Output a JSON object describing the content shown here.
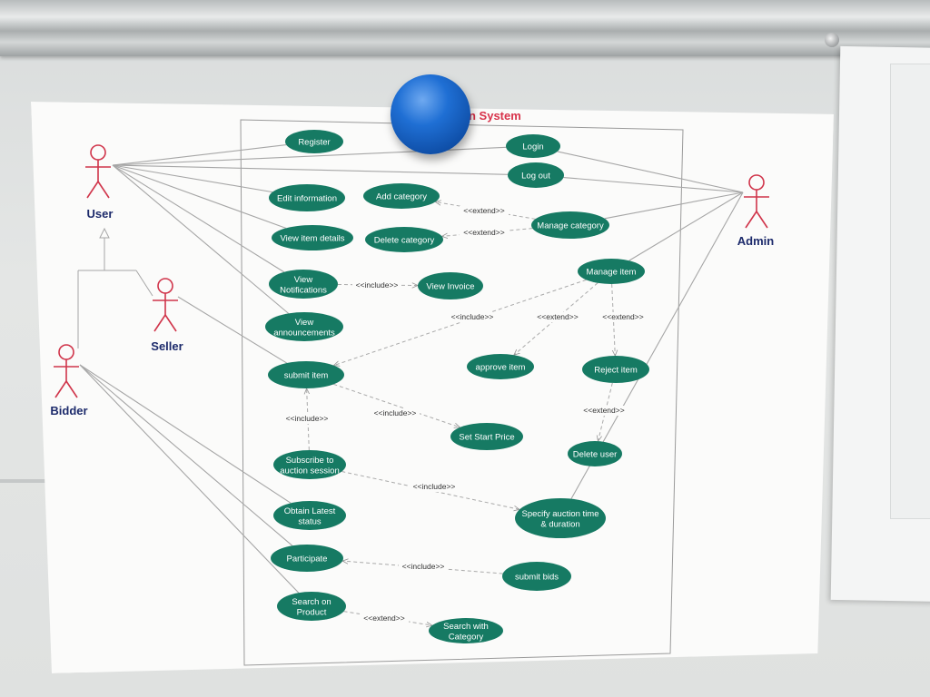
{
  "diagram": {
    "title_fragment": "n System",
    "actors": [
      {
        "id": "user",
        "label": "User"
      },
      {
        "id": "admin",
        "label": "Admin"
      },
      {
        "id": "seller",
        "label": "Seller"
      },
      {
        "id": "bidder",
        "label": "Bidder"
      }
    ],
    "use_cases": [
      {
        "id": "register",
        "lines": [
          "Register"
        ]
      },
      {
        "id": "login",
        "lines": [
          "Login"
        ]
      },
      {
        "id": "logout",
        "lines": [
          "Log out"
        ]
      },
      {
        "id": "edit_info",
        "lines": [
          "Edit information"
        ]
      },
      {
        "id": "add_category",
        "lines": [
          "Add category"
        ]
      },
      {
        "id": "manage_category",
        "lines": [
          "Manage category"
        ]
      },
      {
        "id": "view_item_details",
        "lines": [
          "View item details"
        ]
      },
      {
        "id": "delete_category",
        "lines": [
          "Delete category"
        ]
      },
      {
        "id": "view_notifications",
        "lines": [
          "View",
          "Notifications"
        ]
      },
      {
        "id": "view_invoice",
        "lines": [
          "View Invoice"
        ]
      },
      {
        "id": "manage_item",
        "lines": [
          "Manage item"
        ]
      },
      {
        "id": "view_announcements",
        "lines": [
          "View",
          "announcements"
        ]
      },
      {
        "id": "submit_item",
        "lines": [
          "submit item"
        ]
      },
      {
        "id": "approve_item",
        "lines": [
          "approve item"
        ]
      },
      {
        "id": "reject_item",
        "lines": [
          "Reject item"
        ]
      },
      {
        "id": "set_start_price",
        "lines": [
          "Set Start Price"
        ]
      },
      {
        "id": "delete_user",
        "lines": [
          "Delete user"
        ]
      },
      {
        "id": "subscribe",
        "lines": [
          "Subscribe to",
          "auction session"
        ]
      },
      {
        "id": "obtain_status",
        "lines": [
          "Obtain Latest",
          "status"
        ]
      },
      {
        "id": "specify_auction",
        "lines": [
          "Specify auction time",
          "& duration"
        ]
      },
      {
        "id": "participate",
        "lines": [
          "Participate"
        ]
      },
      {
        "id": "submit_bids",
        "lines": [
          "submit bids"
        ]
      },
      {
        "id": "search_product",
        "lines": [
          "Search on",
          "Product"
        ]
      },
      {
        "id": "search_category",
        "lines": [
          "Search with",
          "Category"
        ]
      }
    ],
    "relations": [
      {
        "from": "manage_category",
        "to": "add_category",
        "label": "<<extend>>"
      },
      {
        "from": "manage_category",
        "to": "delete_category",
        "label": "<<extend>>"
      },
      {
        "from": "view_notifications",
        "to": "view_invoice",
        "label": "<<include>>"
      },
      {
        "from": "manage_item",
        "to": "submit_item",
        "label": "<<include>>"
      },
      {
        "from": "manage_item",
        "to": "approve_item",
        "label": "<<extend>>"
      },
      {
        "from": "manage_item",
        "to": "reject_item",
        "label": "<<extend>>"
      },
      {
        "from": "reject_item",
        "to": "delete_user",
        "label": "<<extend>>"
      },
      {
        "from": "submit_item",
        "to": "set_start_price",
        "label": "<<include>>"
      },
      {
        "from": "subscribe",
        "to": "submit_item",
        "label": "<<include>>"
      },
      {
        "from": "subscribe",
        "to": "specify_auction",
        "label": "<<include>>"
      },
      {
        "from": "submit_bids",
        "to": "participate",
        "label": "<<include>>"
      },
      {
        "from": "search_product",
        "to": "search_category",
        "label": "<<extend>>"
      }
    ],
    "associations": [
      {
        "actor": "user",
        "use_case": "register"
      },
      {
        "actor": "user",
        "use_case": "login"
      },
      {
        "actor": "user",
        "use_case": "logout"
      },
      {
        "actor": "user",
        "use_case": "edit_info"
      },
      {
        "actor": "user",
        "use_case": "view_item_details"
      },
      {
        "actor": "user",
        "use_case": "view_notifications"
      },
      {
        "actor": "user",
        "use_case": "view_announcements"
      },
      {
        "actor": "admin",
        "use_case": "login"
      },
      {
        "actor": "admin",
        "use_case": "logout"
      },
      {
        "actor": "admin",
        "use_case": "manage_category"
      },
      {
        "actor": "admin",
        "use_case": "manage_item"
      },
      {
        "actor": "admin",
        "use_case": "specify_auction"
      },
      {
        "actor": "seller",
        "use_case": "submit_item"
      },
      {
        "actor": "bidder",
        "use_case": "obtain_status"
      },
      {
        "actor": "bidder",
        "use_case": "participate"
      },
      {
        "actor": "bidder",
        "use_case": "search_product"
      }
    ],
    "colors": {
      "usecase_fill": "#167a63",
      "actor_stroke": "#d0344a",
      "actor_label": "#1c2a6b",
      "line": "#a6a6a6",
      "title": "#d8324a",
      "magnet": "#1f6fd4"
    }
  }
}
